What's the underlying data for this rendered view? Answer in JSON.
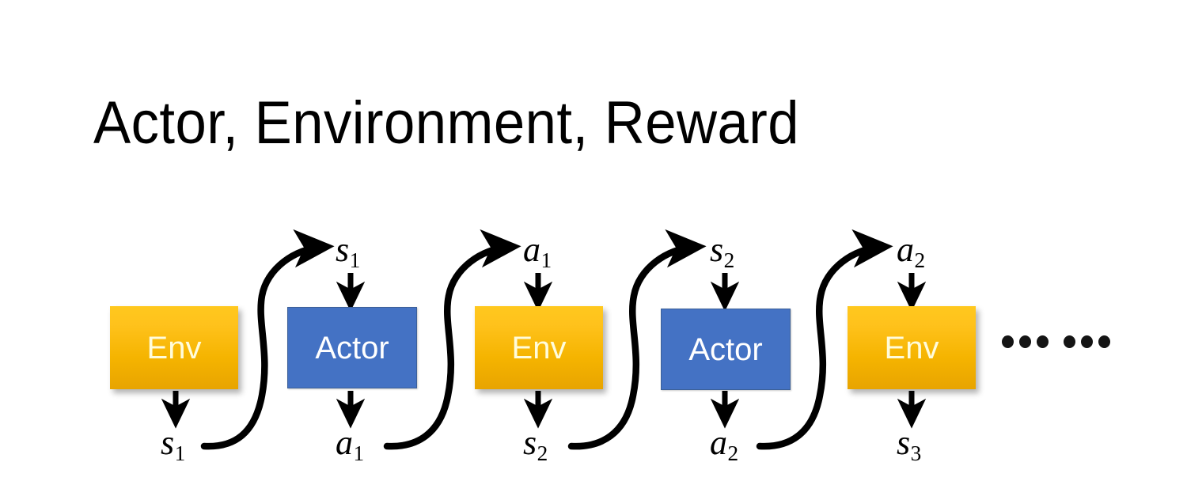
{
  "slide": {
    "title": "Actor, Environment, Reward",
    "background_color": "#FFFFFF"
  },
  "palette": {
    "env_fill_top": "#FFC81E",
    "env_fill_bottom": "#E8A400",
    "env_text": "#FFFCDC",
    "actor_fill": "#4472C4",
    "actor_border": "#3C6098",
    "actor_text": "#FFFFFF",
    "arrow": "#000000",
    "title_text": "#000000"
  },
  "diagram": {
    "type": "reinforcement-learning-rollout",
    "nodes": [
      {
        "id": "env1",
        "label": "Env",
        "kind": "env"
      },
      {
        "id": "actor1",
        "label": "Actor",
        "kind": "actor"
      },
      {
        "id": "env2",
        "label": "Env",
        "kind": "env"
      },
      {
        "id": "actor2",
        "label": "Actor",
        "kind": "actor"
      },
      {
        "id": "env3",
        "label": "Env",
        "kind": "env"
      }
    ],
    "top_labels": [
      {
        "id": "top-s1",
        "symbol": "s",
        "index": "1"
      },
      {
        "id": "top-a1",
        "symbol": "a",
        "index": "1"
      },
      {
        "id": "top-s2",
        "symbol": "s",
        "index": "2"
      },
      {
        "id": "top-a2",
        "symbol": "a",
        "index": "2"
      }
    ],
    "bottom_labels": [
      {
        "id": "bot-s1",
        "symbol": "s",
        "index": "1"
      },
      {
        "id": "bot-a1",
        "symbol": "a",
        "index": "1"
      },
      {
        "id": "bot-s2",
        "symbol": "s",
        "index": "2"
      },
      {
        "id": "bot-a2",
        "symbol": "a",
        "index": "2"
      },
      {
        "id": "bot-s3",
        "symbol": "s",
        "index": "3"
      }
    ],
    "ellipsis": "......",
    "ellipsis_dot_count": 6
  }
}
